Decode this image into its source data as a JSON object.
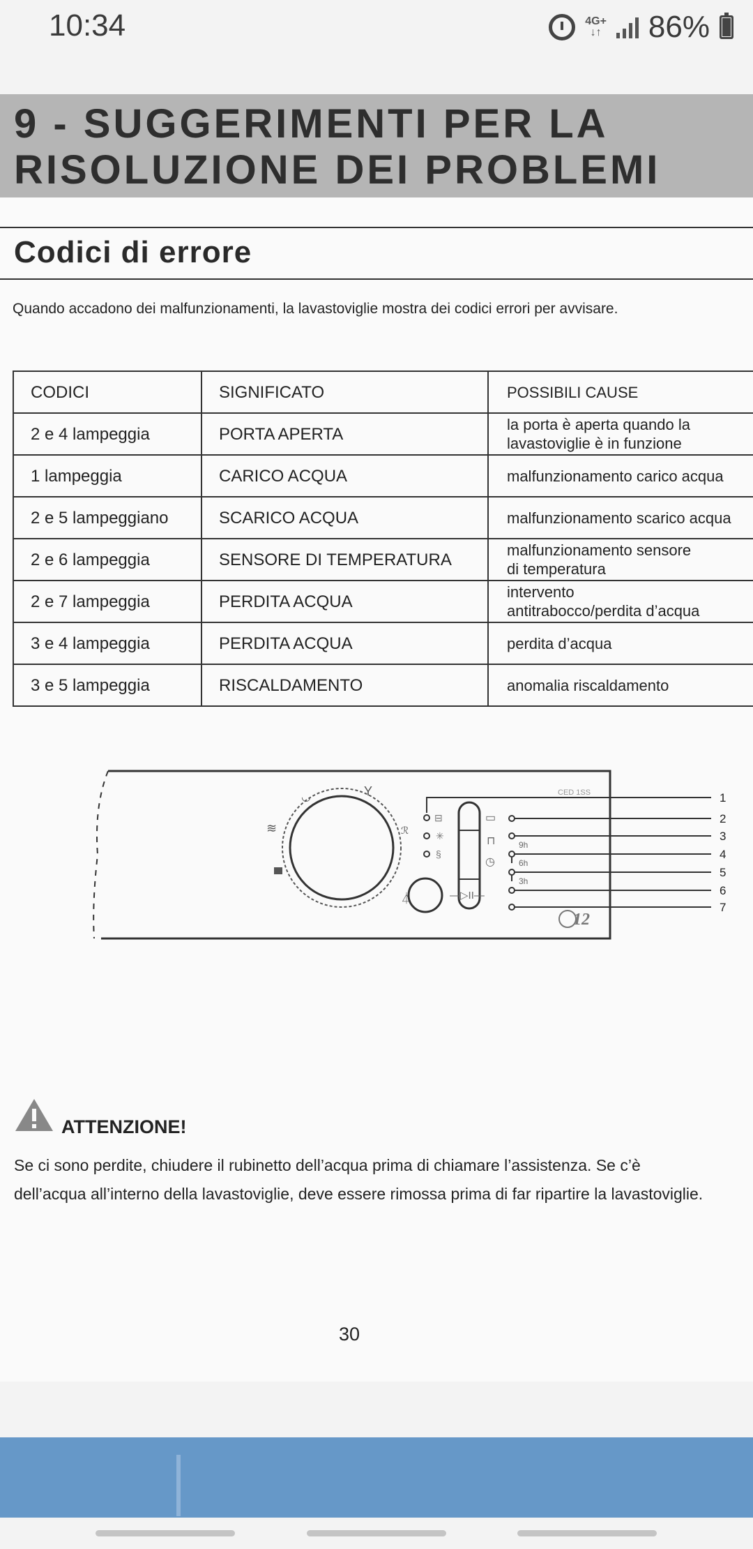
{
  "status": {
    "time": "10:34",
    "network": "4G+",
    "battery": "86%"
  },
  "chapter": {
    "line1": "9 - SUGGERIMENTI PER LA",
    "line2": "RISOLUZIONE DEI PROBLEMI"
  },
  "section": {
    "title": "Codici di errore"
  },
  "intro": "Quando accadono dei malfunzionamenti, la lavastoviglie mostra dei codici errori per avvisare.",
  "table": {
    "headers": [
      "CODICI",
      "SIGNIFICATO",
      "POSSIBILI CAUSE"
    ],
    "rows": [
      {
        "code": "2 e 4 lampeggia",
        "meaning": "PORTA APERTA",
        "cause1": "la porta è aperta quando la",
        "cause2": "lavastoviglie è in funzione"
      },
      {
        "code": "1 lampeggia",
        "meaning": "CARICO ACQUA",
        "cause1": "malfunzionamento carico acqua",
        "cause2": ""
      },
      {
        "code": "2 e 5 lampeggiano",
        "meaning": "SCARICO ACQUA",
        "cause1": "malfunzionamento scarico acqua",
        "cause2": ""
      },
      {
        "code": "2 e 6 lampeggia",
        "meaning": "SENSORE DI TEMPERATURA",
        "cause1": "malfunzionamento sensore",
        "cause2": "di temperatura"
      },
      {
        "code": "2 e 7 lampeggia",
        "meaning": "PERDITA ACQUA",
        "cause1": "intervento",
        "cause2": "antitrabocco/perdita d’acqua"
      },
      {
        "code": "3 e 4 lampeggia",
        "meaning": "PERDITA ACQUA",
        "cause1": "perdita d’acqua",
        "cause2": ""
      },
      {
        "code": "3 e 5 lampeggia",
        "meaning": "RISCALDAMENTO",
        "cause1": "anomalia riscaldamento",
        "cause2": ""
      }
    ]
  },
  "diagram": {
    "callouts": [
      "1",
      "2",
      "3",
      "4",
      "5",
      "6",
      "7"
    ],
    "delay_labels": [
      "9h",
      "6h",
      "3h"
    ],
    "model_tag": "CED 1SS",
    "logo": "12"
  },
  "attention": {
    "title": "ATTENZIONE!",
    "line1": "Se ci sono perdite, chiudere il rubinetto dell’acqua prima di chiamare l’assistenza. Se c’è",
    "line2": "dell’acqua all’interno della lavastoviglie, deve essere rimossa prima di far ripartire  la lavastoviglie."
  },
  "page_number": "30"
}
